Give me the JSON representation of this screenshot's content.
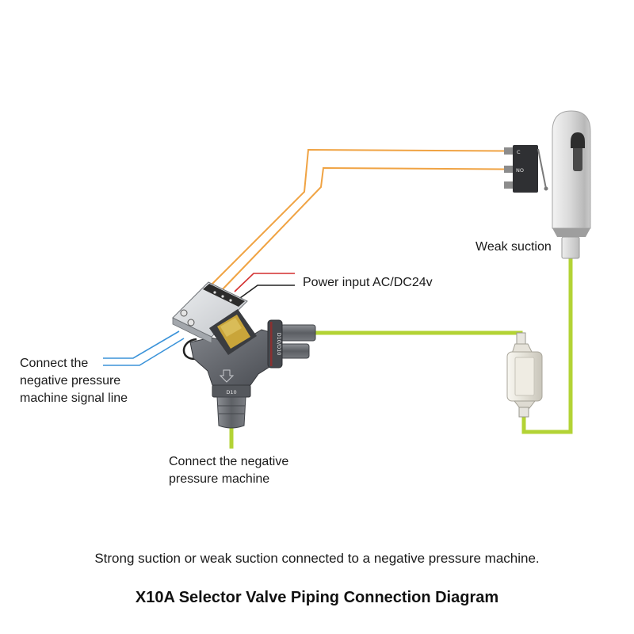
{
  "labels": {
    "weak_suction": "Weak suction",
    "power_input": "Power input AC/DC24v",
    "signal_line": [
      "Connect the",
      "negative pressure",
      "machine signal line"
    ],
    "negative_pressure_machine": [
      "Connect the negative",
      "pressure machine"
    ]
  },
  "valve": {
    "outlet_marking": "D10/D10",
    "port_marking": "D10"
  },
  "switch": {
    "terminal_c": "C",
    "terminal_no": "NO"
  },
  "caption": "Strong suction or weak suction connected to a negative pressure machine.",
  "title": "X10A Selector Valve Piping Connection Diagram",
  "colors": {
    "suction_tube": "#b3d335",
    "switch_wire": "#f0a343",
    "power_live": "#d32f2f",
    "power_neutral": "#222222",
    "signal_wire": "#3b93d9"
  }
}
